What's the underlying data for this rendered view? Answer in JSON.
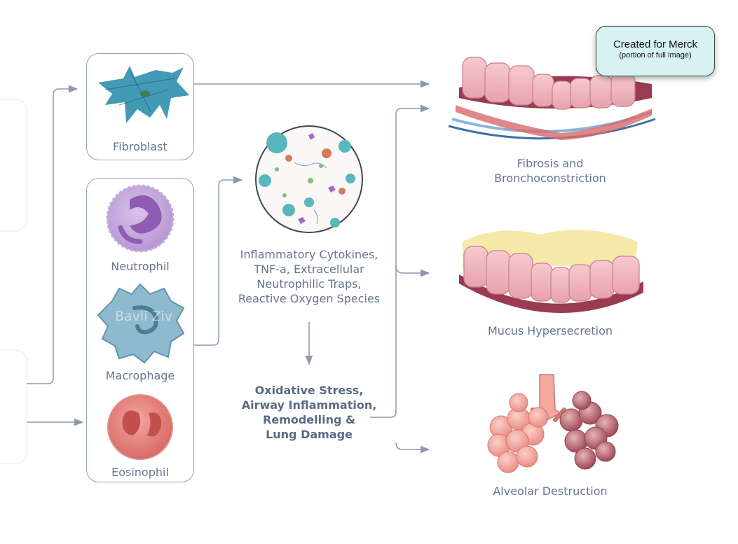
{
  "cells": {
    "fibroblast": "Fibroblast",
    "neutrophil": "Neutrophil",
    "macrophage": "Macrophage",
    "eosinophil": "Eosinophil"
  },
  "mediators": "Inflammatory Cytokines,\nTNF-a, Extracellular\nNeutrophilic Traps,\nReactive Oxygen Species",
  "consequence": "Oxidative Stress,\nAirway Inflammation,\nRemodelling &\nLung Damage",
  "outcomes": {
    "fibrosis": "Fibrosis and\nBronchoconstriction",
    "mucus": "Mucus Hypersecretion",
    "alveolar": "Alveolar Destruction"
  },
  "credit": {
    "title": "Created for Merck",
    "subtitle": "(portion of full image)"
  },
  "watermark": "Bavli Ziv",
  "colors": {
    "connector": "#8a98b0",
    "box_border": "#93a0b8",
    "note_bg": "#d8f1f1"
  }
}
